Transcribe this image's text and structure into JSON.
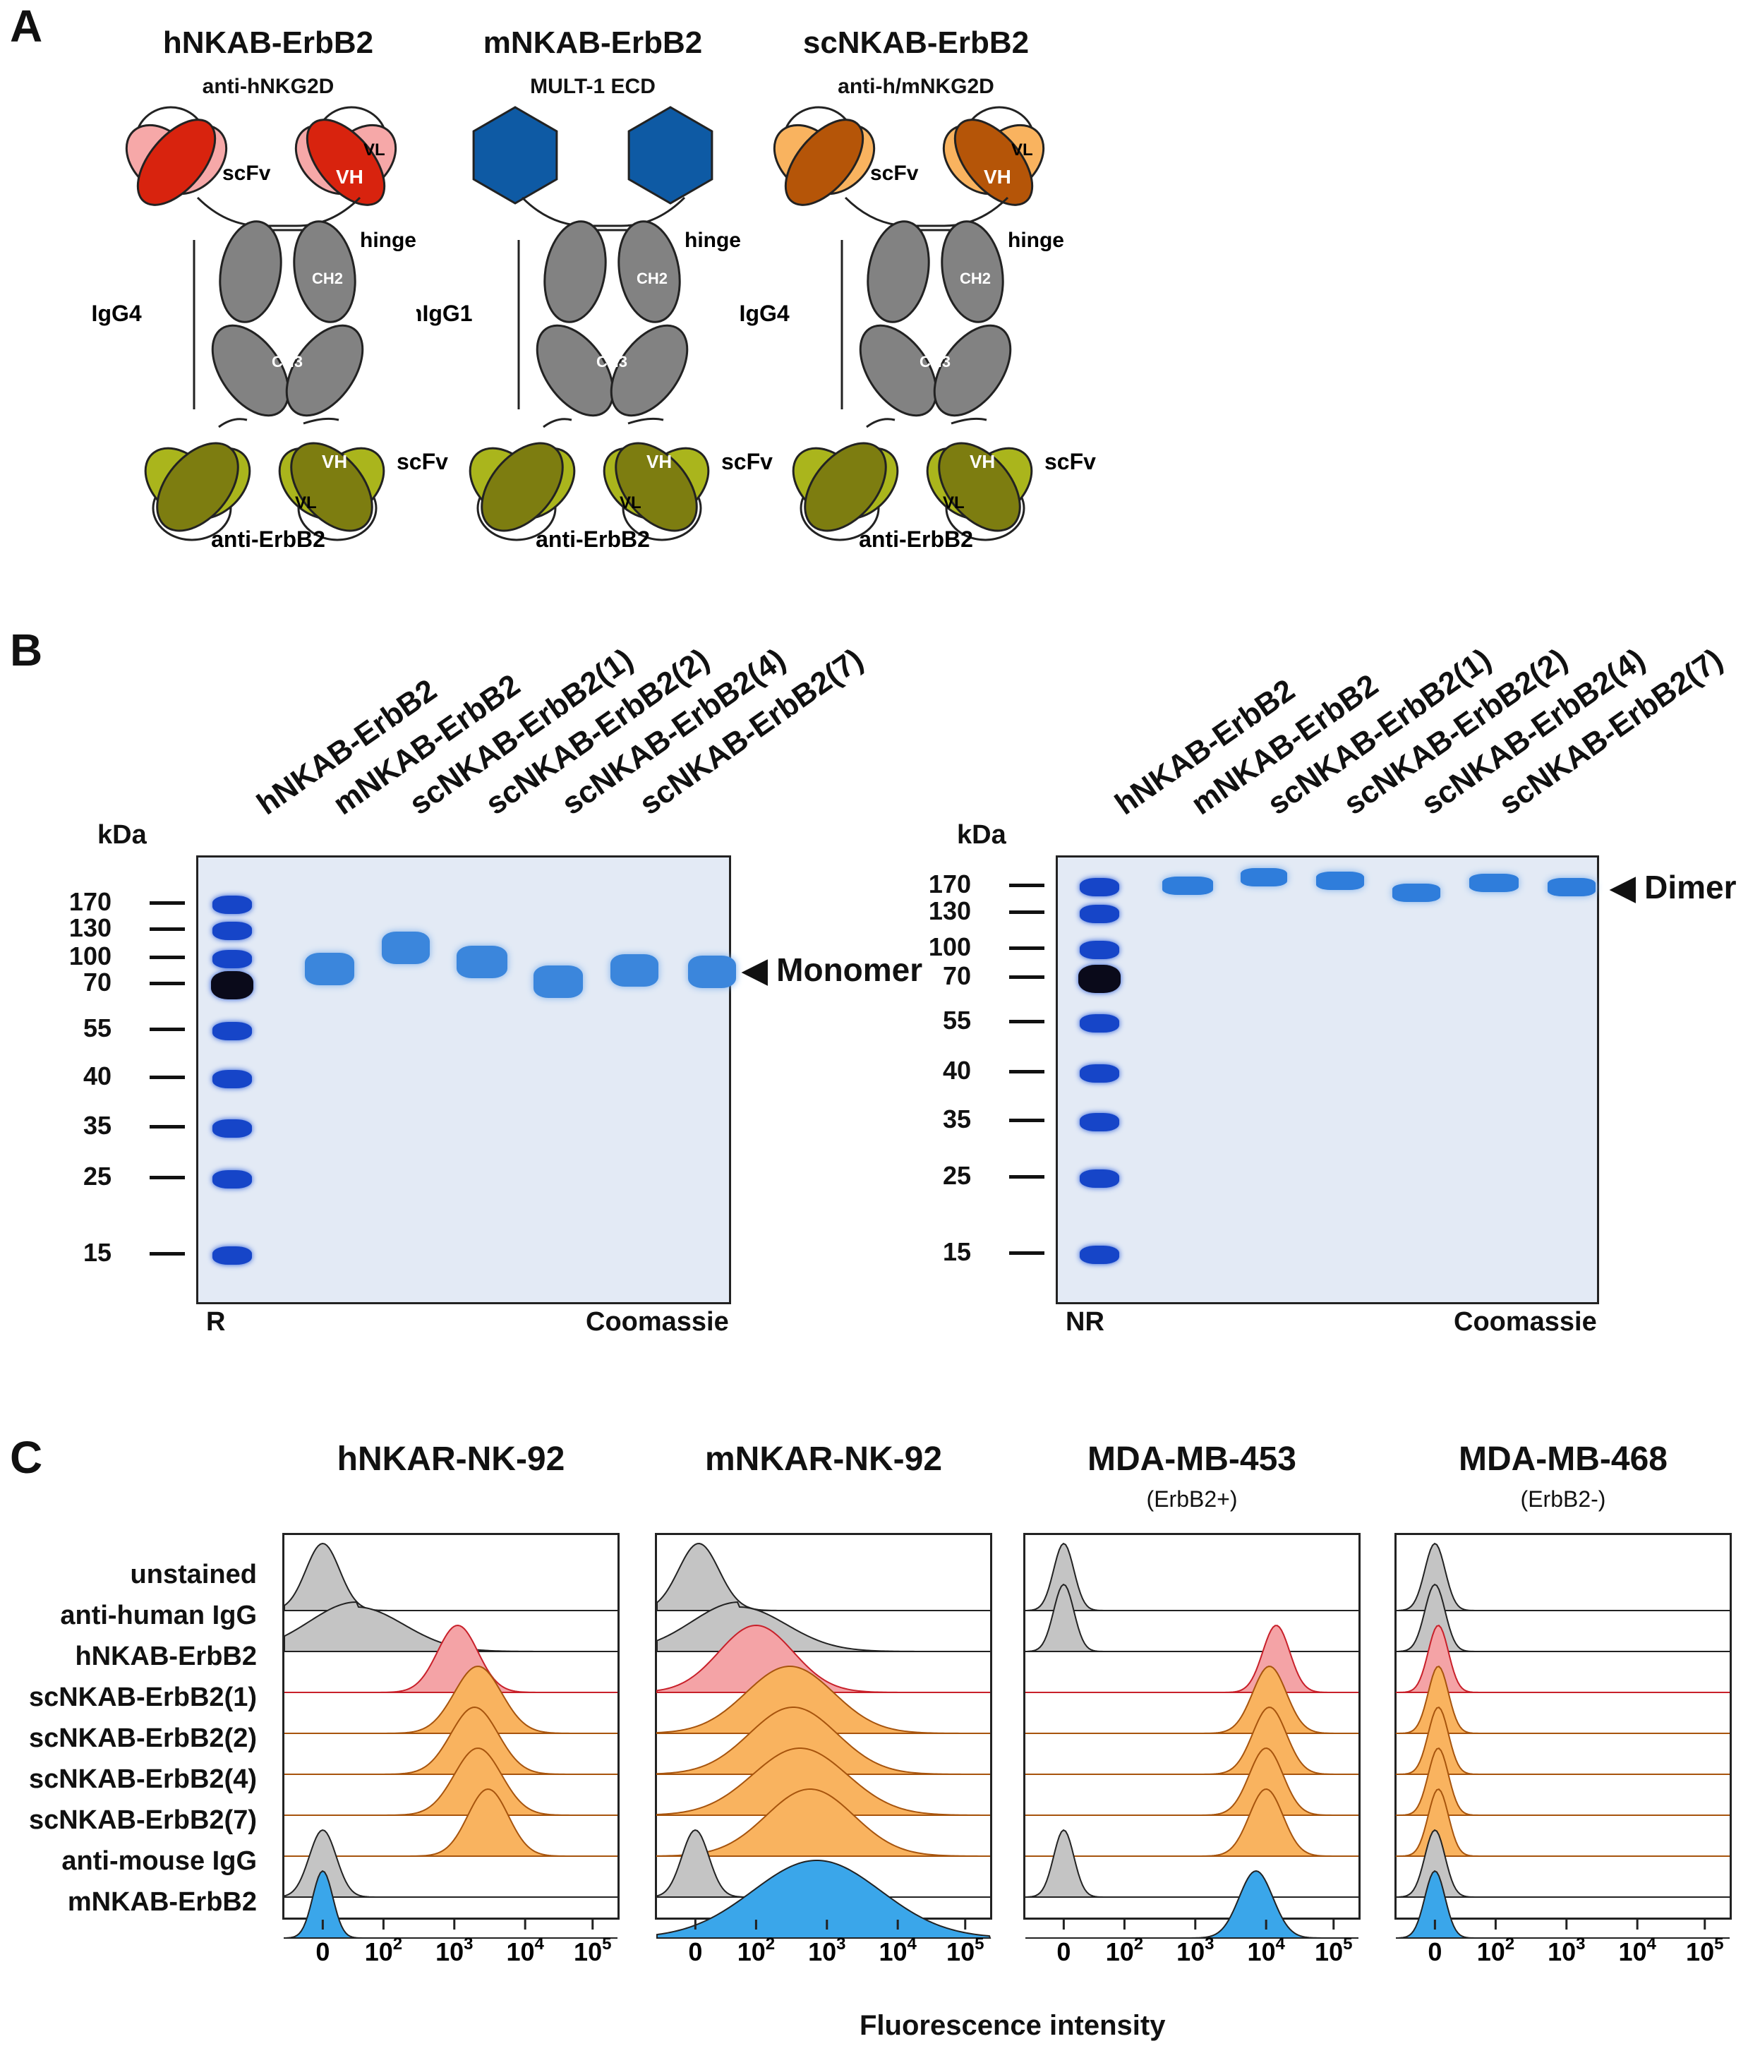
{
  "panel_a": {
    "label": "A",
    "constructs": [
      {
        "title": "hNKAB-ErbB2",
        "top_domain": "anti-hNKG2D",
        "top_scfv": "scFv",
        "vl": "VL",
        "vh": "VH",
        "hinge": "hinge",
        "isotype": "hIgG4",
        "ch2": "CH2",
        "ch3": "CH3",
        "bottom_scfv": "scFv",
        "bottom_vh": "VH",
        "bottom_vl": "VL",
        "bottom_target": "anti-ErbB2",
        "dark_color": "#d8230e",
        "light_color": "#f6a8a8"
      },
      {
        "title": "mNKAB-ErbB2",
        "top_domain": "MULT-1 ECD",
        "top_scfv": "",
        "vl": "",
        "vh": "",
        "hinge": "hinge",
        "isotype": "mIgG1",
        "ch2": "CH2",
        "ch3": "CH3",
        "bottom_scfv": "scFv",
        "bottom_vh": "VH",
        "bottom_vl": "VL",
        "bottom_target": "anti-ErbB2",
        "dark_color": "#0e5aa4",
        "light_color": "#0e5aa4"
      },
      {
        "title": "scNKAB-ErbB2",
        "top_domain": "anti-h/mNKG2D",
        "top_scfv": "scFv",
        "vl": "VL",
        "vh": "VH",
        "hinge": "hinge",
        "isotype": "hIgG4",
        "ch2": "CH2",
        "ch3": "CH3",
        "bottom_scfv": "scFv",
        "bottom_vh": "VH",
        "bottom_vl": "VL",
        "bottom_target": "anti-ErbB2",
        "dark_color": "#b55508",
        "light_color": "#f9b35f"
      }
    ],
    "colors": {
      "fc": "#828282",
      "scfv_dark": "#7d7d10",
      "scfv_light": "#aab51c"
    }
  },
  "panel_b": {
    "label": "B",
    "gels": [
      {
        "condition": "R",
        "stain": "Coomassie",
        "kda": "kDa",
        "annotation": "Monomer",
        "lanes": [
          "hNKAB-ErbB2",
          "mNKAB-ErbB2",
          "scNKAB-ErbB2(1)",
          "scNKAB-ErbB2(2)",
          "scNKAB-ErbB2(4)",
          "scNKAB-ErbB2(7)"
        ],
        "markers": [
          "170",
          "130",
          "100",
          "70",
          "55",
          "40",
          "35",
          "25",
          "15"
        ]
      },
      {
        "condition": "NR",
        "stain": "Coomassie",
        "kda": "kDa",
        "annotation": "Dimer",
        "lanes": [
          "hNKAB-ErbB2",
          "mNKAB-ErbB2",
          "scNKAB-ErbB2(1)",
          "scNKAB-ErbB2(2)",
          "scNKAB-ErbB2(4)",
          "scNKAB-ErbB2(7)"
        ],
        "markers": [
          "170",
          "130",
          "100",
          "70",
          "55",
          "40",
          "35",
          "25",
          "15"
        ]
      }
    ]
  },
  "panel_c": {
    "label": "C",
    "x_label": "Fluorescence intensity",
    "x_ticks": [
      "0",
      "10^2",
      "10^3",
      "10^4",
      "10^5"
    ],
    "row_labels": [
      "unstained",
      "anti-human IgG",
      "hNKAB-ErbB2",
      "scNKAB-ErbB2(1)",
      "scNKAB-ErbB2(2)",
      "scNKAB-ErbB2(4)",
      "scNKAB-ErbB2(7)",
      "anti-mouse IgG",
      "mNKAB-ErbB2"
    ],
    "panels": [
      {
        "title": "hNKAR-NK-92",
        "subtitle": ""
      },
      {
        "title": "mNKAR-NK-92",
        "subtitle": ""
      },
      {
        "title": "MDA-MB-453",
        "subtitle": "(ErbB2+)"
      },
      {
        "title": "MDA-MB-468",
        "subtitle": "(ErbB2-)"
      }
    ],
    "colors": {
      "control": "#c4c4c4",
      "hnkab": "#f4a3a6",
      "scnkab": "#f9b35f",
      "mnkab": "#3aa6ea"
    }
  }
}
